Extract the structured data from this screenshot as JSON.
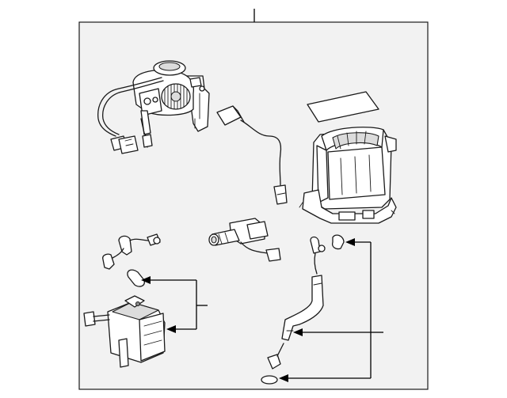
{
  "diagram": {
    "kind": "exploded parts diagram",
    "colors": {
      "frame_background": "#f2f2f2",
      "line": "#1a1a1a",
      "page_background": "#ffffff"
    },
    "parts": [
      "blower-motor-assembly",
      "wire-harness-connector",
      "gasket-sheet",
      "blower-case-housing",
      "temperature-sensor-lead",
      "servo-actuator",
      "aspirator-sensor-bracket",
      "seal-grommet-left",
      "damper-actuator-assembly",
      "drain-hose",
      "hose-fitting-top",
      "seal-grommet-right",
      "hose-fitting-bottom",
      "seal-grommet-bottom"
    ],
    "callouts": [
      "main-assembly-leader",
      "left-group-leader",
      "right-group-leader"
    ]
  }
}
